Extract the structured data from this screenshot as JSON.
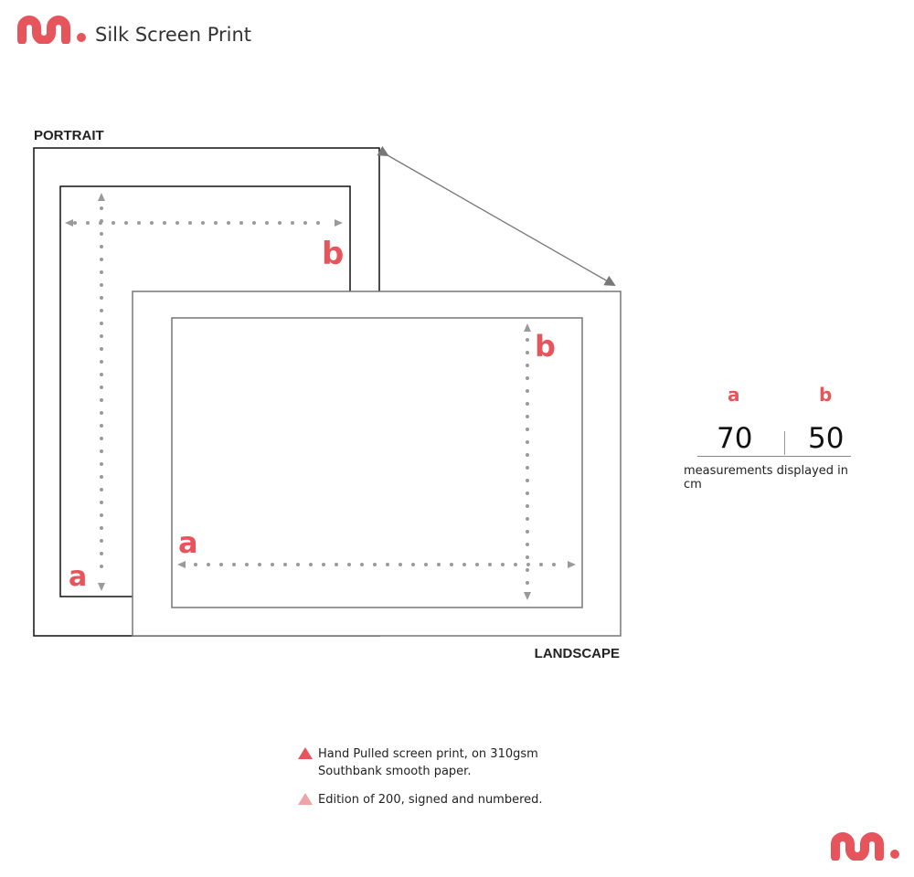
{
  "header": {
    "title": "Silk Screen Print"
  },
  "diagram": {
    "portrait_label": "PORTRAIT",
    "landscape_label": "LANDSCAPE",
    "dim_a": "a",
    "dim_b": "b"
  },
  "measurements": {
    "a_label": "a",
    "b_label": "b",
    "a_value": "70",
    "b_value": "50",
    "note": "measurements displayed in cm"
  },
  "features": [
    {
      "line1": "Hand Pulled screen print, on 310gsm",
      "line2": "Southbank smooth paper."
    },
    {
      "line1": "Edition of 200, signed and numbered."
    }
  ],
  "colors": {
    "accent": "#e5555b",
    "accent_light": "#f0a3a7",
    "dots": "#9a9a9a"
  },
  "icons": [
    "brand-logo-icon",
    "bullet-triangle-icon"
  ]
}
